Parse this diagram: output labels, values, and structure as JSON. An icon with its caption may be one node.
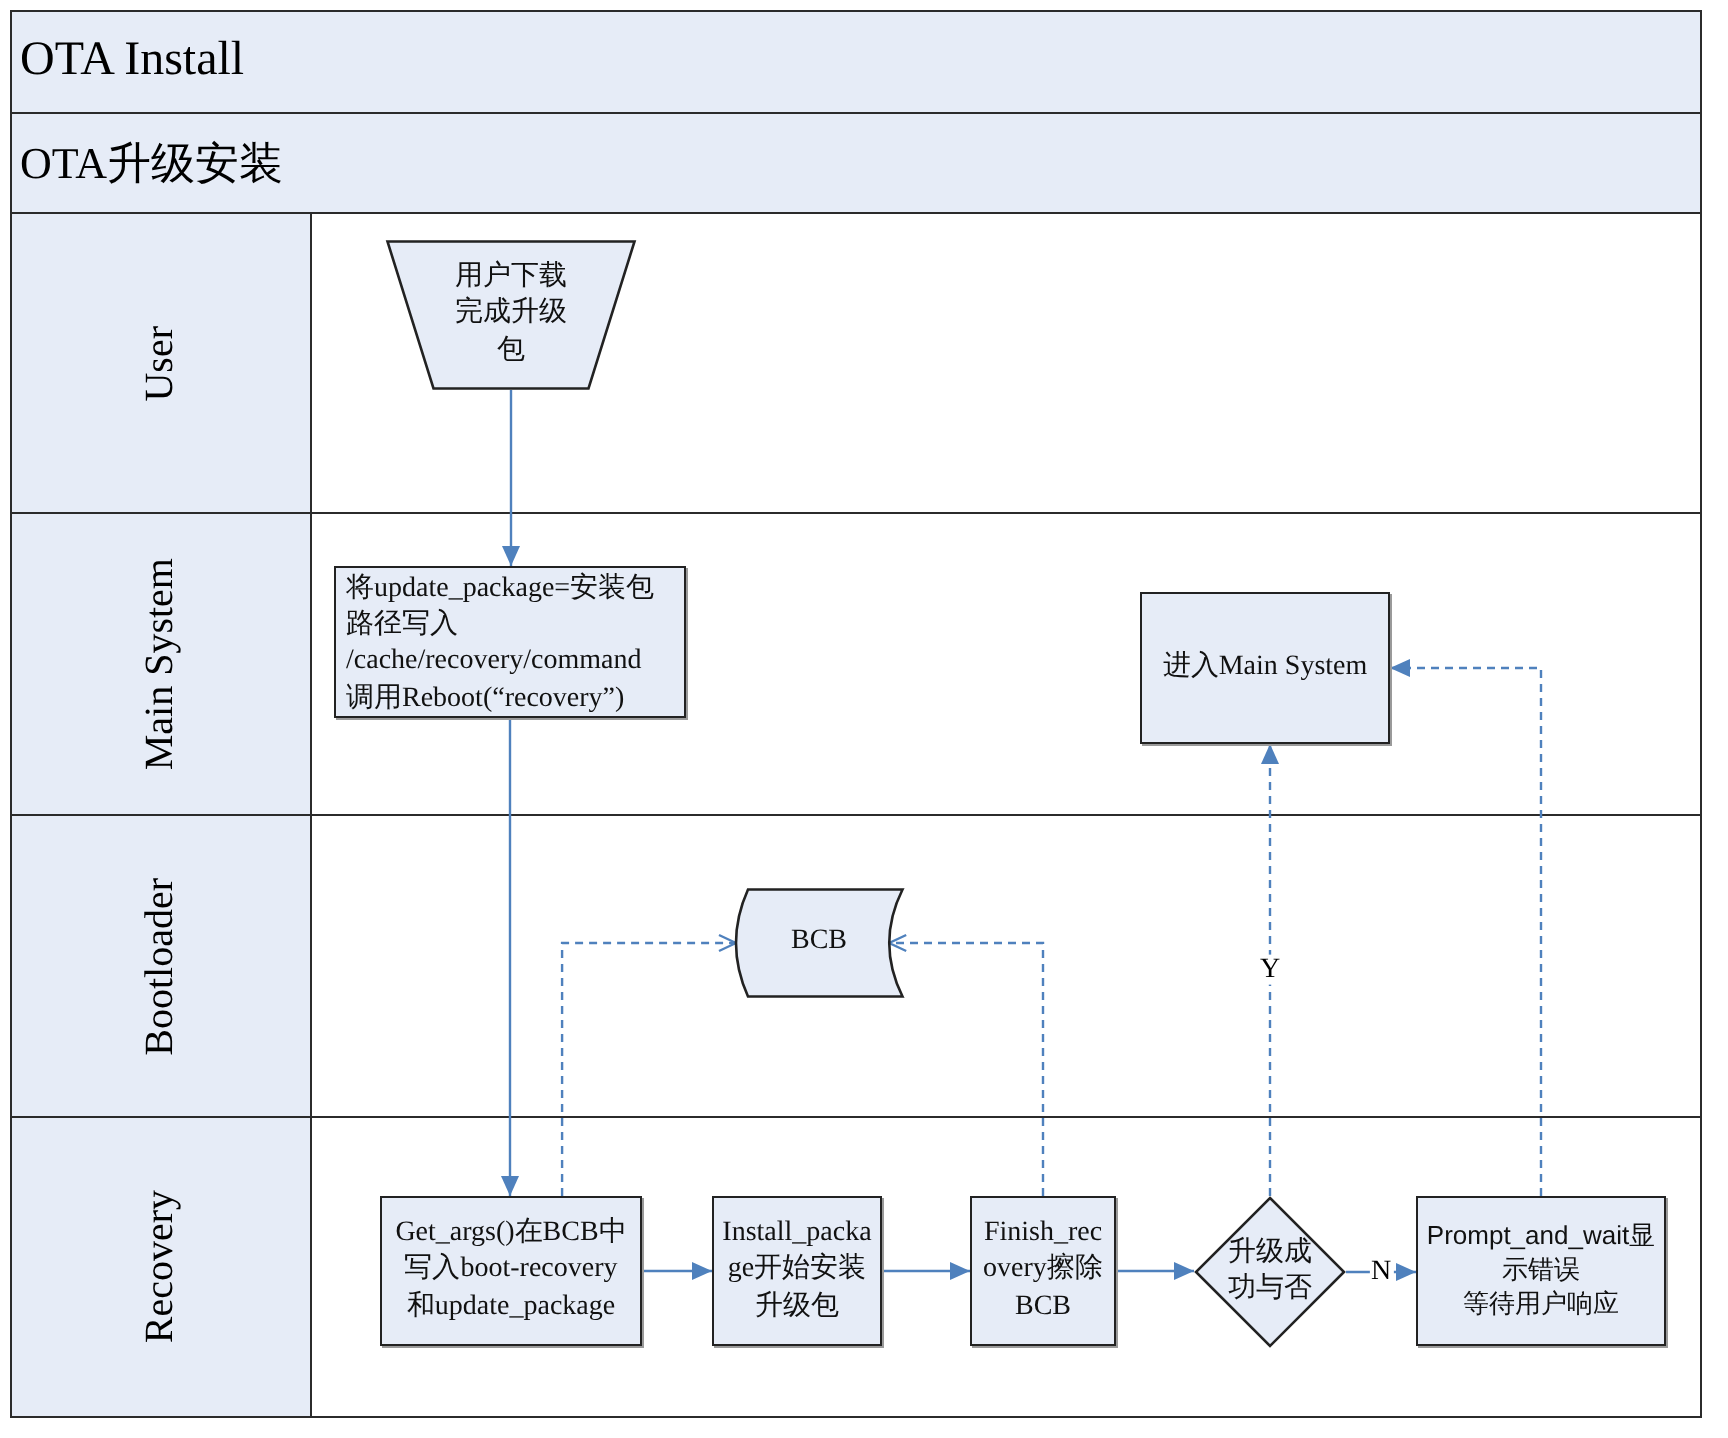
{
  "diagram": {
    "title": "OTA Install",
    "nodes": [
      {
        "text": [
          "User"
        ]
      },
      {
        "text": [
          "用户下载完成升级包"
        ],
        "in": 0
      },
      {
        "text": [
          "Main System"
        ]
      },
      {
        "text": [
          "将update_package=安装包路径写入 /cache/recovery/command",
          "调用Reboot(“recovery”)"
        ],
        "in": 2
      },
      {
        "text": [
          "进入Main System"
        ],
        "in": 2
      },
      {
        "text": [
          "Bootloader"
        ]
      },
      {
        "text": [
          "BCB"
        ],
        "in": 5
      },
      {
        "text": [
          "Recovery"
        ]
      },
      {
        "text": [
          "Get_args()在BCB中写入boot-recovery和update_package"
        ],
        "in": 7
      },
      {
        "text": [
          "Install_package开始安装升级包"
        ],
        "in": 7
      },
      {
        "text": [
          "Finish_recovery擦除BCB"
        ],
        "in": 7
      },
      {
        "text": [
          "升级成功与否"
        ],
        "in": 7
      },
      {
        "text": [
          "Prompt_and_wait显示错误",
          "等待用户响应"
        ],
        "in": 7
      }
    ],
    "edges": [
      {
        "from": 1,
        "to": 3,
        "arrow": "to"
      },
      {
        "from": 3,
        "to": 8,
        "arrow": "to"
      },
      {
        "from": 8,
        "to": 6,
        "arrow": "to",
        "style": "dashed"
      },
      {
        "from": 10,
        "to": 6,
        "arrow": "to",
        "style": "dashed"
      },
      {
        "from": 8,
        "to": 9,
        "arrow": "to"
      },
      {
        "from": 9,
        "to": 10,
        "arrow": "to"
      },
      {
        "from": 10,
        "to": 11,
        "arrow": "to"
      },
      {
        "from": 11,
        "to": 4,
        "arrow": "to",
        "style": "dashed",
        "label": "Y"
      },
      {
        "from": 11,
        "to": 12,
        "arrow": "to",
        "label": "N"
      },
      {
        "from": 12,
        "to": 4,
        "arrow": "to",
        "style": "dashed"
      }
    ],
    "labels": [
      "OTA升级安装"
    ]
  }
}
